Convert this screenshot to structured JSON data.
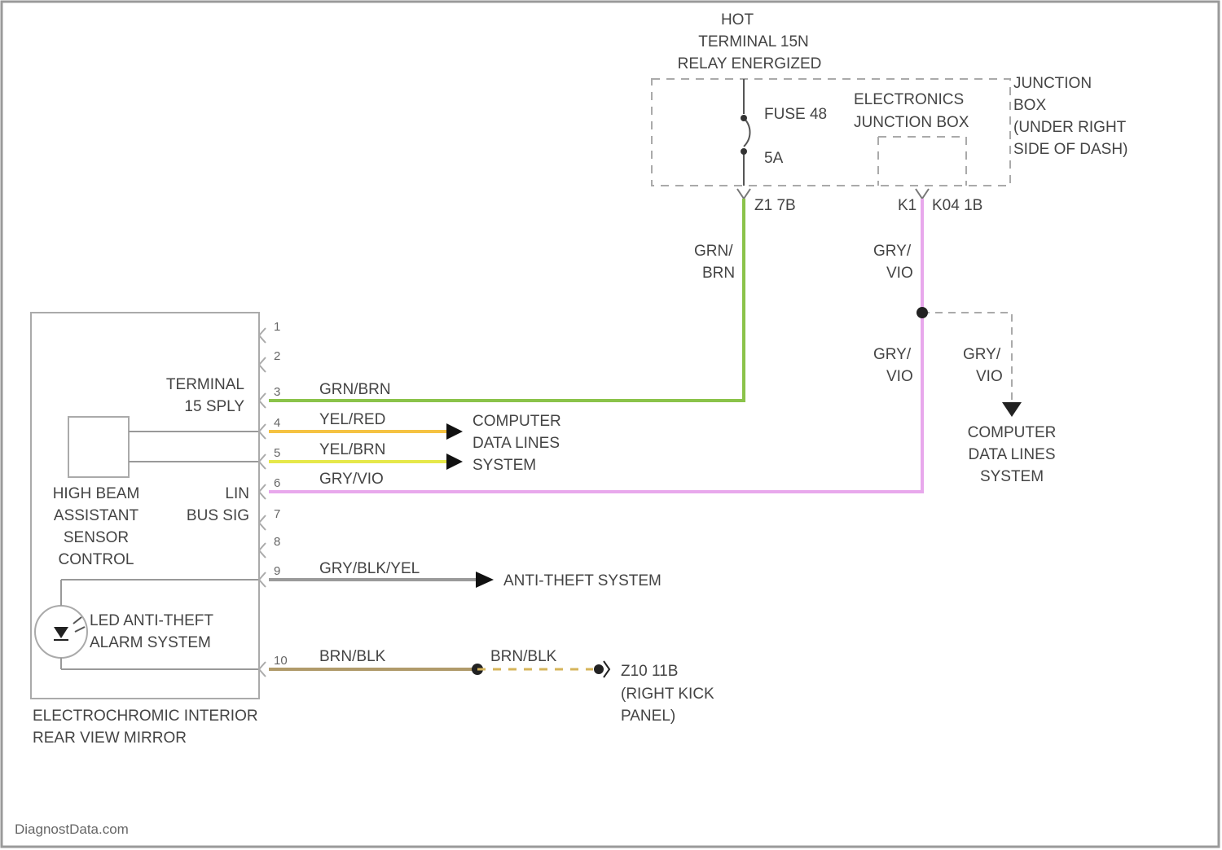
{
  "supply": {
    "hot_line1": "HOT",
    "hot_line2": "TERMINAL 15N",
    "hot_line3": "RELAY ENERGIZED",
    "fuse_name": "FUSE 48",
    "fuse_rating": "5A",
    "ejb_line1": "ELECTRONICS",
    "ejb_line2": "JUNCTION BOX",
    "jb_line1": "JUNCTION",
    "jb_line2": "BOX",
    "jb_line3": "(UNDER RIGHT",
    "jb_line4": "SIDE OF DASH)",
    "conn_left": "Z1 7B",
    "conn_right_a": "K1",
    "conn_right_b": "K04 1B"
  },
  "wires": {
    "gn_br_top1": "GRN/",
    "gn_br_top2": "BRN",
    "gy_vio_top1": "GRY/",
    "gy_vio_top2": "VIO",
    "gy_vio_mid1": "GRY/",
    "gy_vio_mid2": "VIO",
    "gy_vio_branch1": "GRY/",
    "gy_vio_branch2": "VIO",
    "pin3": "GRN/BRN",
    "pin4": "YEL/RED",
    "pin5": "YEL/BRN",
    "pin6": "GRY/VIO",
    "pin9": "GRY/BLK/YEL",
    "pin10": "BRN/BLK",
    "pin10_b": "BRN/BLK"
  },
  "destinations": {
    "cdl1": "COMPUTER",
    "cdl2": "DATA LINES",
    "cdl3": "SYSTEM",
    "cdl_r1": "COMPUTER",
    "cdl_r2": "DATA LINES",
    "cdl_r3": "SYSTEM",
    "anti_theft": "ANTI-THEFT SYSTEM",
    "ground_id": "Z10 11B",
    "ground_loc1": "(RIGHT KICK",
    "ground_loc2": "PANEL)"
  },
  "mirror": {
    "terminal1": "TERMINAL",
    "terminal2": "15 SPLY",
    "lin1": "LIN",
    "lin2": "BUS SIG",
    "hba1": "HIGH BEAM",
    "hba2": "ASSISTANT",
    "hba3": "SENSOR",
    "hba4": "CONTROL",
    "led1": "LED ANTI-THEFT",
    "led2": "ALARM SYSTEM",
    "title1": "ELECTROCHROMIC INTERIOR",
    "title2": "REAR VIEW MIRROR",
    "pins": [
      "1",
      "2",
      "3",
      "4",
      "5",
      "6",
      "7",
      "8",
      "9",
      "10"
    ]
  },
  "colors": {
    "green": "#8bc34a",
    "pink": "#e8a8ec",
    "orange": "#f5c242",
    "yellow": "#e6e84a",
    "brown": "#b09a6a",
    "gray": "#9a9a9a",
    "dash": "#aaaaaa"
  },
  "watermark": "DiagnostData.com"
}
